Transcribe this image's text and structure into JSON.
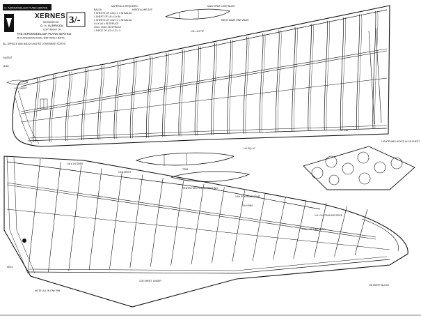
{
  "header": {
    "series_note": "1/- 'AEROMODELLER' PLANS SERVICE",
    "title": "XERNES",
    "designed_by": "DESIGNED BY",
    "designer": "G. H. HARRISON",
    "copyright": "COPYRIGHT OF",
    "publisher": "THE AEROMODELLER PLANS SERVICE",
    "address": "38 CLARENDON ROAD, WATFORD, HERTS",
    "price": "3/-",
    "note": "ALL SPRUCE AND BALSA UNLESS OTHERWISE STATED"
  },
  "materials": {
    "heading": "MATERIALS REQUIRED",
    "col_left": "BALSA",
    "col_right": "MISCELLANEOUS",
    "rows": [
      "2 SHEETS OF 1/16 x 3 x 36 BALSA",
      "1 SHEET OF 1/8 x 3 x 36",
      "2 SHEETS OF 1/32 x 3 x 36 BALSA",
      "1/4 x 1/4 x 36 SPRUCE",
      "3/16 x 3/16 x 36 SPRUCE",
      "1 PIECE OF 1/2 x 1/2 x 3"
    ]
  },
  "labels": {
    "main_spar_note": "MAIN SPAR CONTINUES",
    "wash_in_note": "RIB IS SAME ONE WASH",
    "tip_note": "1/8 x 1/4 TIP",
    "fairing_note": "1/32 SHEET",
    "gusset_note": "GUSSET",
    "lead_note": "LEAD",
    "trim_note": "TRIM",
    "center_note": "CENTRE SECTION GUSSETING",
    "leading_edge": "1/4 SQ L.E.",
    "lightening": "LIGHTENING HOLES IN 1/8 SHEET",
    "spar_note": "1/8 x 1/4 SPAR",
    "sheet_note": "1/16 SHEET",
    "rear_spar": "1/8 x 3/16 REAR SPAR",
    "trailing": "1/4 x 3/4 TRAILING EDGE",
    "rib_note": "1/16 RIBS",
    "cap_strip": "1/16 x 1/8 CAP STRIP",
    "sheet_lower": "1/32 SHEET UNDER",
    "tip_rib": "TIP RIB",
    "wing_note": "NOTE: ALL IN ONE RIB",
    "keel_note": "KEEL",
    "tip_block": "1/8 SHEET BLOCK"
  },
  "ribs": {
    "upper_count": 22,
    "lower_count": 17
  }
}
